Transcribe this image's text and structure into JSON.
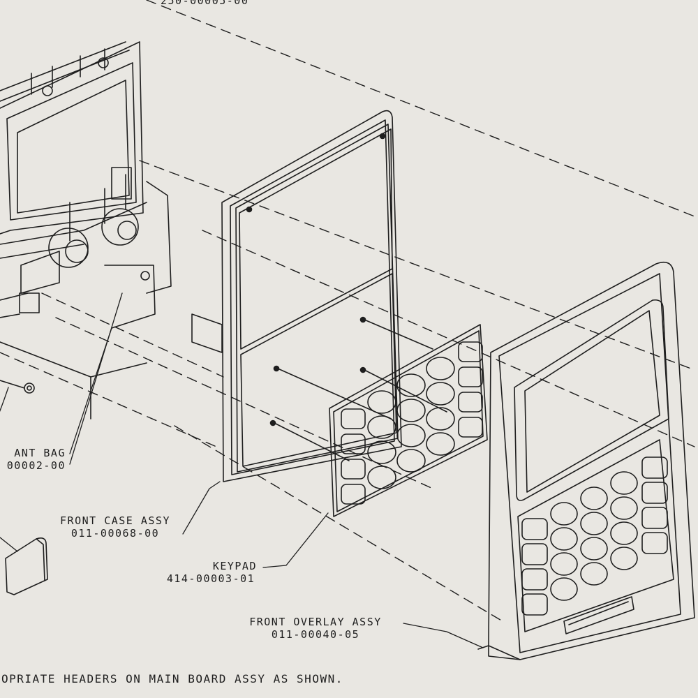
{
  "labels": {
    "top_part_number": "250-00005-00",
    "desiccant_bag": {
      "name": "ANT BAG",
      "part": "00002-00"
    },
    "front_case": {
      "name": "FRONT CASE ASSY",
      "part": "011-00068-00"
    },
    "keypad": {
      "name": "KEYPAD",
      "part": "414-00003-01"
    },
    "front_overlay": {
      "name": "FRONT OVERLAY ASSY",
      "part": "011-00040-05"
    },
    "footnote": "OPRIATE HEADERS ON MAIN BOARD ASSY AS SHOWN."
  },
  "colors": {
    "paper": "#e9e7e2",
    "ink": "#1e1e1e"
  }
}
